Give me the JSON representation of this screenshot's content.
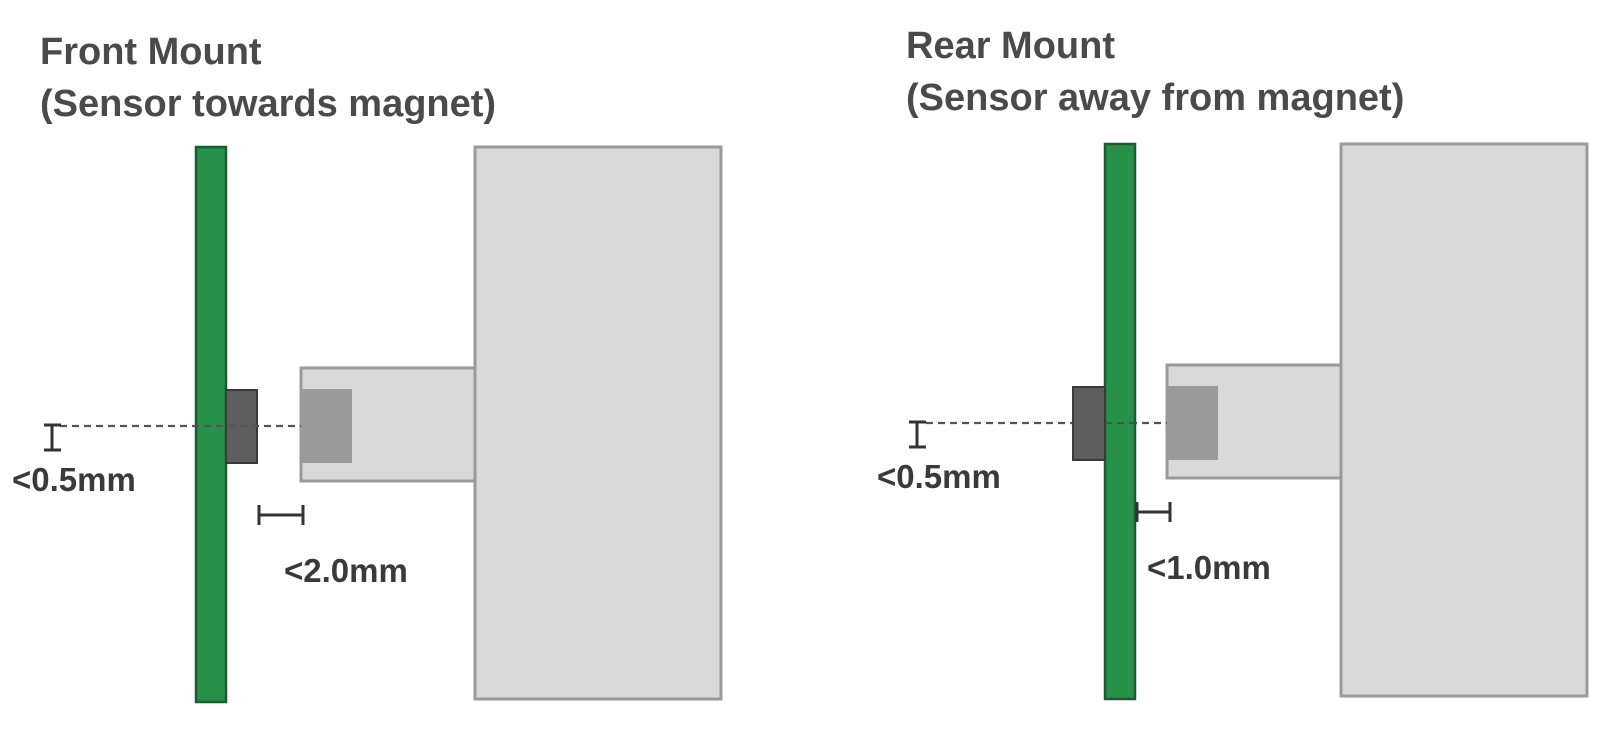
{
  "front": {
    "title_line1": "Front Mount",
    "title_line2": "(Sensor towards magnet)",
    "offset_label": "<0.5mm",
    "gap_label": "<2.0mm"
  },
  "rear": {
    "title_line1": "Rear Mount",
    "title_line2": "(Sensor away from magnet)",
    "offset_label": "<0.5mm",
    "gap_label": "<1.0mm"
  },
  "colors": {
    "pcb": "#27914a",
    "pcb_border": "#1e5a32",
    "sensor": "#5e5e5e",
    "magnet": "#9a9a9a",
    "housing": "#d9d9d9",
    "housing_border": "#9a9a9a",
    "text": "#4a4a4a",
    "dimension_line": "#333333"
  }
}
